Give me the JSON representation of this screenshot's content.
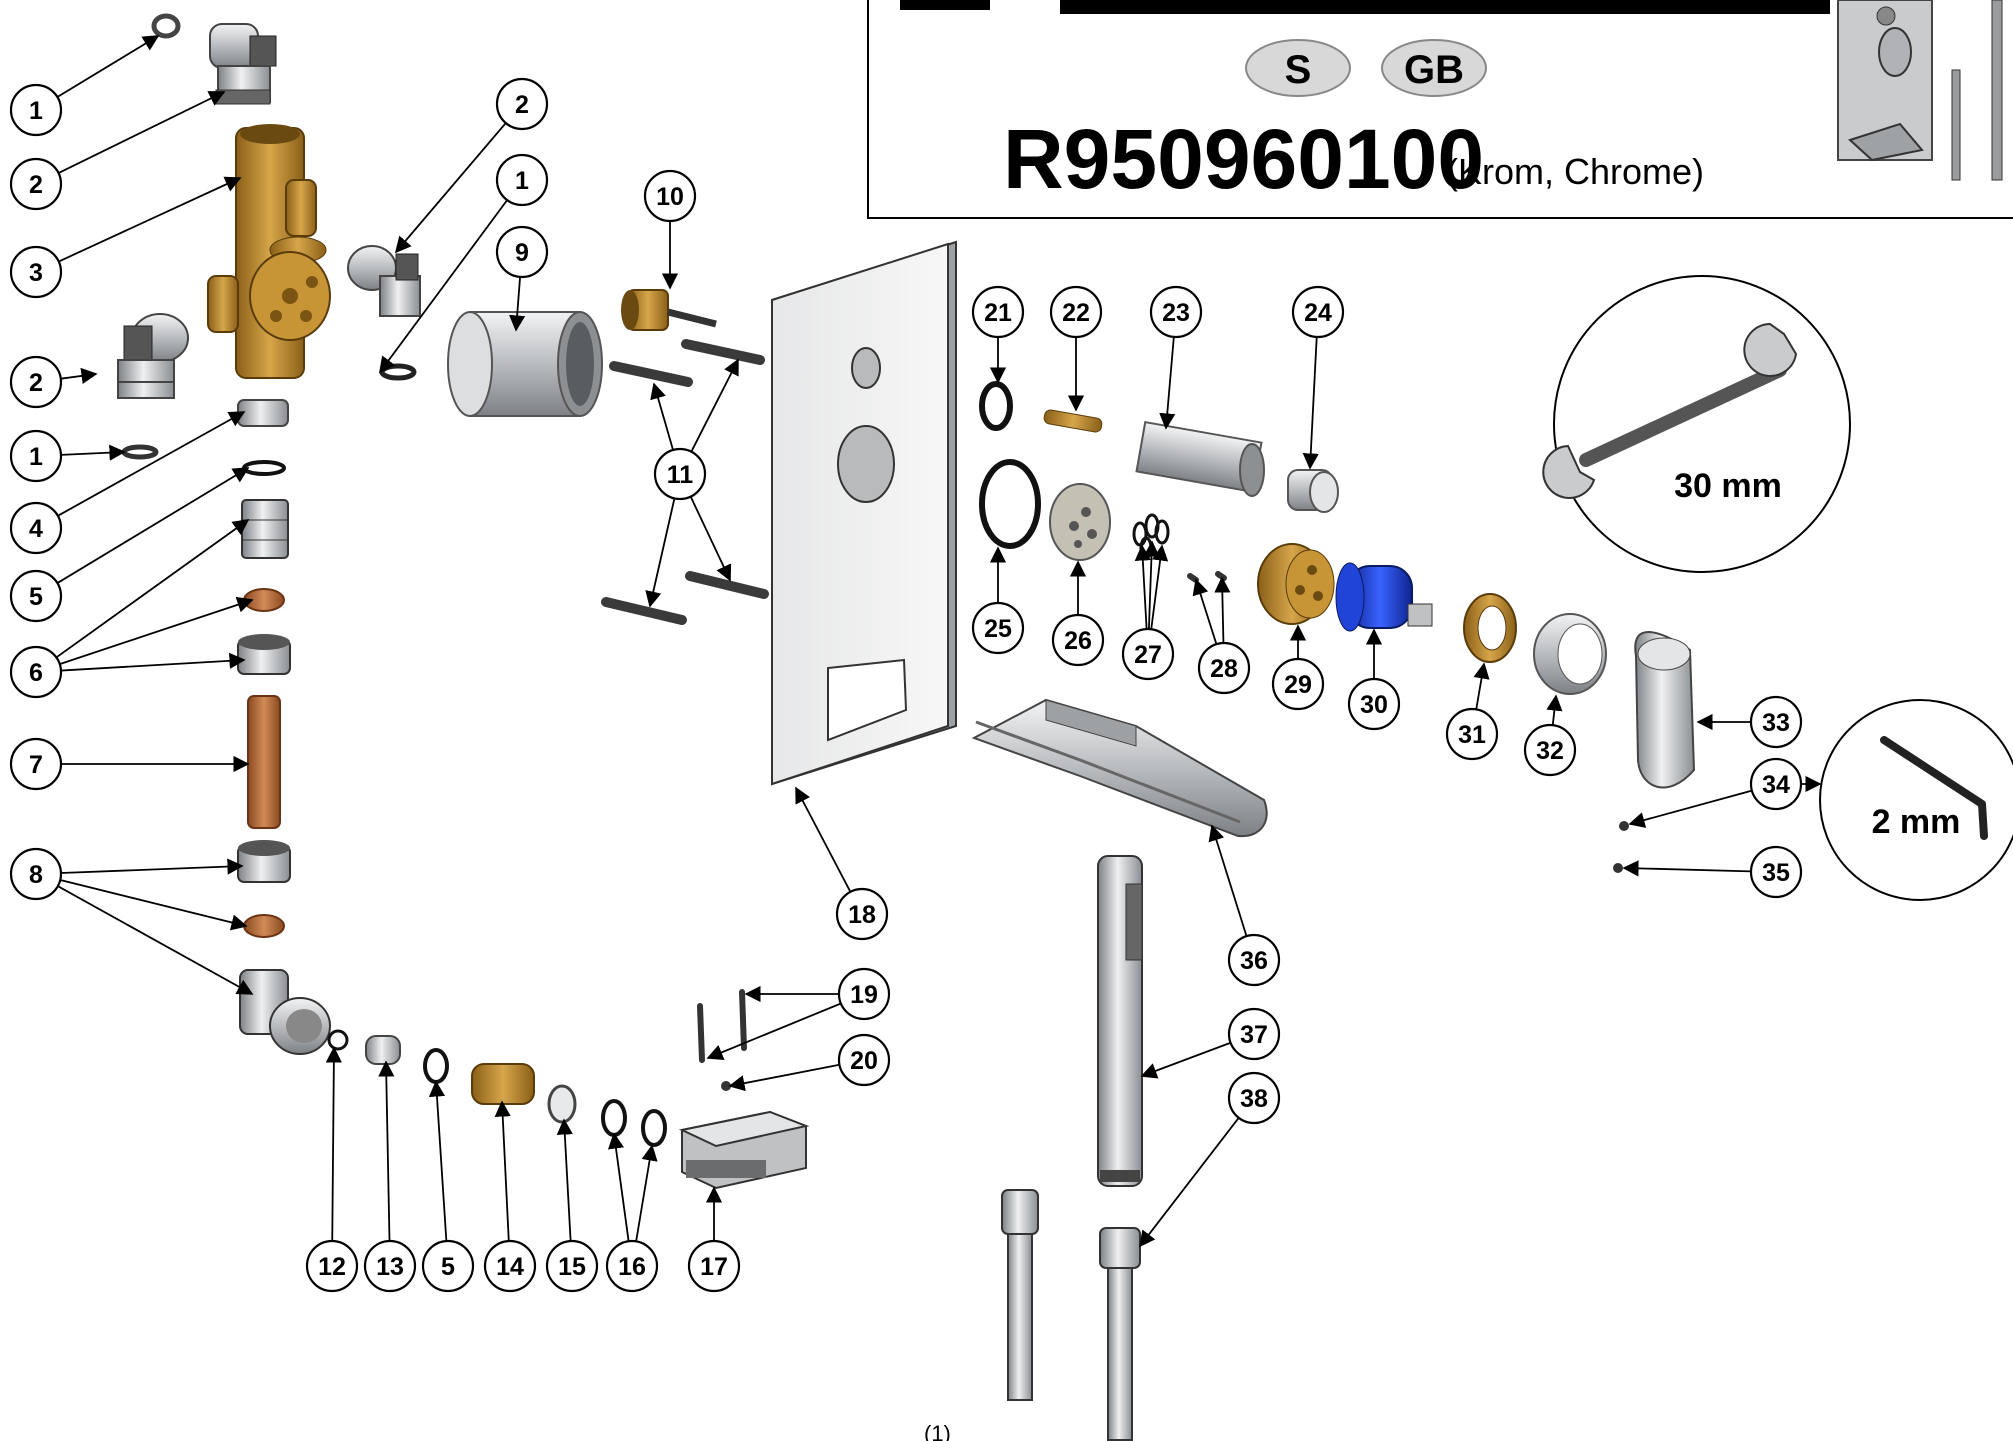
{
  "header": {
    "product_code": "R950960100",
    "finish": "(Krom, Chrome)",
    "languages": [
      "S",
      "GB"
    ]
  },
  "tools": {
    "wrench_size": "30 mm",
    "hex_key_size": "2 mm"
  },
  "footnote": "(1)",
  "callouts": [
    "1",
    "2",
    "3",
    "2",
    "1",
    "4",
    "5",
    "6",
    "7",
    "8",
    "9",
    "10",
    "11",
    "12",
    "13",
    "5",
    "14",
    "15",
    "16",
    "17",
    "18",
    "19",
    "20",
    "21",
    "22",
    "23",
    "24",
    "25",
    "26",
    "27",
    "28",
    "29",
    "30",
    "31",
    "32",
    "33",
    "34",
    "35",
    "36",
    "37",
    "38",
    "2",
    "1"
  ],
  "colors": {
    "brass": "#b8862a",
    "chrome": "#c8cacc",
    "dark": "#3a3a3a",
    "copper": "#b86a3a",
    "cartridge_blue": "#1e3fd0",
    "language_badge": "#d8d8d8"
  }
}
